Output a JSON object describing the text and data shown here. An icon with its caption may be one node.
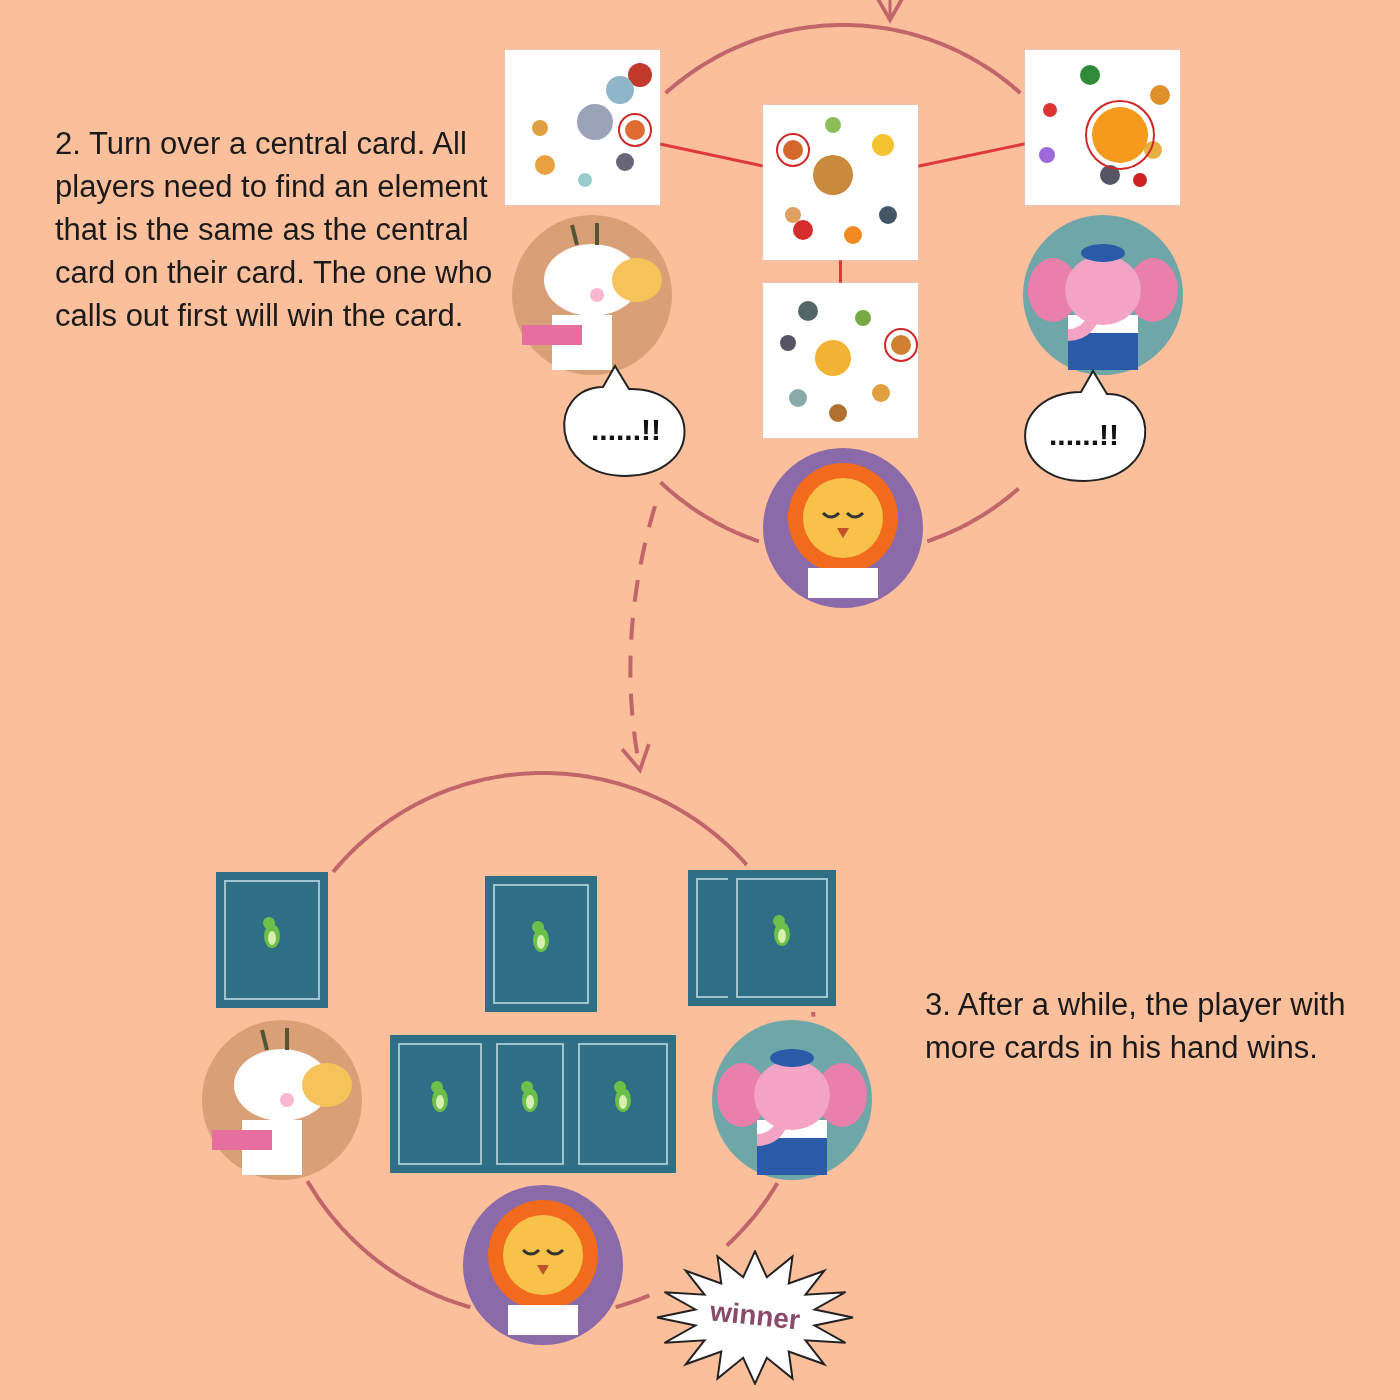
{
  "diagram": {
    "nodes": [
      {
        "text": [],
        "shape": "picture"
      },
      {
        "text": [],
        "shape": "picture"
      },
      {
        "text": [],
        "shape": "picture"
      },
      {
        "text": [],
        "shape": "picture"
      },
      {
        "text": [
          "......!!"
        ]
      },
      {
        "text": [
          "......!!"
        ]
      },
      {
        "text": [
          "winner"
        ]
      }
    ],
    "edges": [
      {
        "from": 0,
        "to": 1,
        "arrow": "none"
      },
      {
        "from": 2,
        "to": 1,
        "arrow": "none"
      },
      {
        "from": 1,
        "to": 3,
        "arrow": "none"
      }
    ],
    "labels": [
      "2. Turn over a central card. All players need to find an element that is the same as the central card on their card. The one who calls out first will win the card.",
      "3. After a while, the player with more cards in his hand wins."
    ]
  }
}
